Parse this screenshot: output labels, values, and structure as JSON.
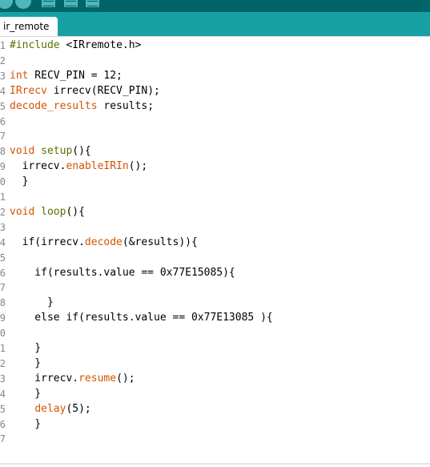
{
  "colors": {
    "keyword": "#5e6d03",
    "type": "#d35400",
    "function": "#d35400",
    "default": "#000000",
    "toolbar": "#006468",
    "tabbar": "#17a1a5"
  },
  "toolbar": {
    "buttons": [
      "verify-icon",
      "upload-icon",
      "new-icon",
      "open-icon",
      "save-icon"
    ]
  },
  "tabs": [
    {
      "label": "ir_remote"
    }
  ],
  "editor": {
    "lines": [
      {
        "num": "1",
        "tokens": [
          {
            "t": "#include ",
            "c": "keyword"
          },
          {
            "t": "<IRremote.h>",
            "c": "default"
          }
        ]
      },
      {
        "num": "2",
        "tokens": []
      },
      {
        "num": "3",
        "tokens": [
          {
            "t": "int",
            "c": "type"
          },
          {
            "t": " RECV_PIN = 12;",
            "c": "default"
          }
        ]
      },
      {
        "num": "4",
        "tokens": [
          {
            "t": "IRrecv",
            "c": "type"
          },
          {
            "t": " irrecv(RECV_PIN);",
            "c": "default"
          }
        ]
      },
      {
        "num": "5",
        "tokens": [
          {
            "t": "decode_results",
            "c": "type"
          },
          {
            "t": " results;",
            "c": "default"
          }
        ]
      },
      {
        "num": "6",
        "tokens": []
      },
      {
        "num": "7",
        "tokens": []
      },
      {
        "num": "8",
        "tokens": [
          {
            "t": "void",
            "c": "type"
          },
          {
            "t": " ",
            "c": "default"
          },
          {
            "t": "setup",
            "c": "keyword"
          },
          {
            "t": "(){",
            "c": "default"
          }
        ]
      },
      {
        "num": "9",
        "tokens": [
          {
            "t": "  irrecv.",
            "c": "default"
          },
          {
            "t": "enableIRIn",
            "c": "function"
          },
          {
            "t": "();",
            "c": "default"
          }
        ]
      },
      {
        "num": "0",
        "tokens": [
          {
            "t": "  }",
            "c": "default"
          }
        ]
      },
      {
        "num": "1",
        "tokens": []
      },
      {
        "num": "2",
        "tokens": [
          {
            "t": "void",
            "c": "type"
          },
          {
            "t": " ",
            "c": "default"
          },
          {
            "t": "loop",
            "c": "keyword"
          },
          {
            "t": "(){",
            "c": "default"
          }
        ]
      },
      {
        "num": "3",
        "tokens": []
      },
      {
        "num": "4",
        "tokens": [
          {
            "t": "  if(irrecv.",
            "c": "default"
          },
          {
            "t": "decode",
            "c": "function"
          },
          {
            "t": "(&results)){",
            "c": "default"
          }
        ]
      },
      {
        "num": "5",
        "tokens": []
      },
      {
        "num": "6",
        "tokens": [
          {
            "t": "    if(results.value == 0x77E15085){",
            "c": "default"
          }
        ]
      },
      {
        "num": "7",
        "tokens": []
      },
      {
        "num": "8",
        "tokens": [
          {
            "t": "      }",
            "c": "default"
          }
        ]
      },
      {
        "num": "9",
        "tokens": [
          {
            "t": "    else if(results.value == 0x77E13085 ){",
            "c": "default"
          }
        ]
      },
      {
        "num": "0",
        "tokens": []
      },
      {
        "num": "1",
        "tokens": [
          {
            "t": "    }",
            "c": "default"
          }
        ]
      },
      {
        "num": "2",
        "tokens": [
          {
            "t": "    }",
            "c": "default"
          }
        ]
      },
      {
        "num": "3",
        "tokens": [
          {
            "t": "    irrecv.",
            "c": "default"
          },
          {
            "t": "resume",
            "c": "function"
          },
          {
            "t": "();",
            "c": "default"
          }
        ]
      },
      {
        "num": "4",
        "tokens": [
          {
            "t": "    }",
            "c": "default"
          }
        ]
      },
      {
        "num": "5",
        "tokens": [
          {
            "t": "    ",
            "c": "default"
          },
          {
            "t": "delay",
            "c": "function"
          },
          {
            "t": "(5);",
            "c": "default"
          }
        ]
      },
      {
        "num": "6",
        "tokens": [
          {
            "t": "    }",
            "c": "default"
          }
        ]
      },
      {
        "num": "7",
        "tokens": []
      }
    ]
  }
}
